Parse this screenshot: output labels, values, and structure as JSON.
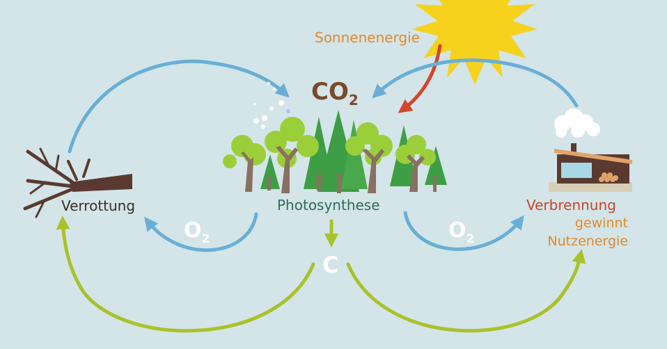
{
  "labels": {
    "sonnenenergie": "Sonnenenergie",
    "co2_main": "CO",
    "co2_sub": "2",
    "photosynthese": "Photosynthese",
    "verrottung": "Verrottung",
    "verbrennung": "Verbrennung",
    "gewinnt": "gewinnt",
    "nutzenergie": "Nutzenergie",
    "o2_main": "O",
    "o2_sub": "2",
    "carbon": "C"
  },
  "colors": {
    "background": "#d3e5e8",
    "co2_cycle_arrow": "#6aaed6",
    "carbon_cycle_arrow": "#a8c22a",
    "sun_arrow": "#d2462a",
    "sun": "#f6d21c",
    "tree_dark": "#3e9e45",
    "tree_light": "#9bcf3a",
    "trunk": "#8a7060",
    "dead_tree": "#5a3a30",
    "house": "#5a3a30",
    "smoke": "#ffffff"
  }
}
